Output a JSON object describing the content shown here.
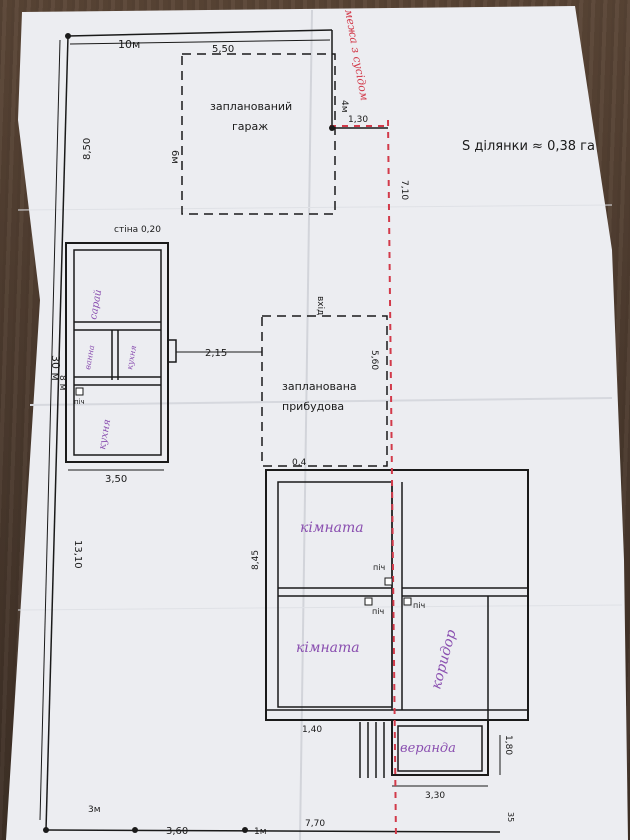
{
  "photo": {
    "subject": "hand-drawn site plan on paper",
    "paper_color": "#ecedf1",
    "ink_color": "#1a1a1a",
    "purple_ink": "#8a4fb0",
    "red_ink": "#d23a4a"
  },
  "labels": {
    "top_width": "10м",
    "garage_width": "5,50",
    "garage_depth": "6м",
    "garage_name_1": "запланований",
    "garage_name_2": "гараж",
    "left_dim_top": "8,50",
    "wall": "стіна 0,20",
    "total_len": "30 м",
    "outbuilding_depth": "8 м",
    "outbuilding_width": "3,50",
    "gap": "2,15",
    "left_dim_bottom": "13,10",
    "plot_area": "S ділянки ≈ 0,38 га",
    "top_right_4m": "4м",
    "top_right_130": "1,30",
    "dim_710": "7,10",
    "dim_560": "5,60",
    "entry": "вхід",
    "planned_build_1": "запланована",
    "planned_build_2": "прибудова",
    "dim_04": "0,4",
    "dim_845": "8,45",
    "room1": "кімната",
    "room2": "кімната",
    "corridor": "коридор",
    "veranda": "веранда",
    "dim_140": "1,40",
    "dim_180": "1,80",
    "dim_330": "3,30",
    "boundary_neighbor": "межа з сусідом",
    "pich1": "піч",
    "pich2": "піч",
    "pich3": "піч",
    "bottom_3m": "3м",
    "bottom_360": "3,60",
    "bottom_1m": "1м",
    "bottom_770": "7,70",
    "bottom_35": "35",
    "out_room_top": "сарай",
    "out_room_mid1": "ванна",
    "out_room_mid2": "кухня",
    "out_room_bot": "кухня",
    "out_pich": "піч"
  }
}
